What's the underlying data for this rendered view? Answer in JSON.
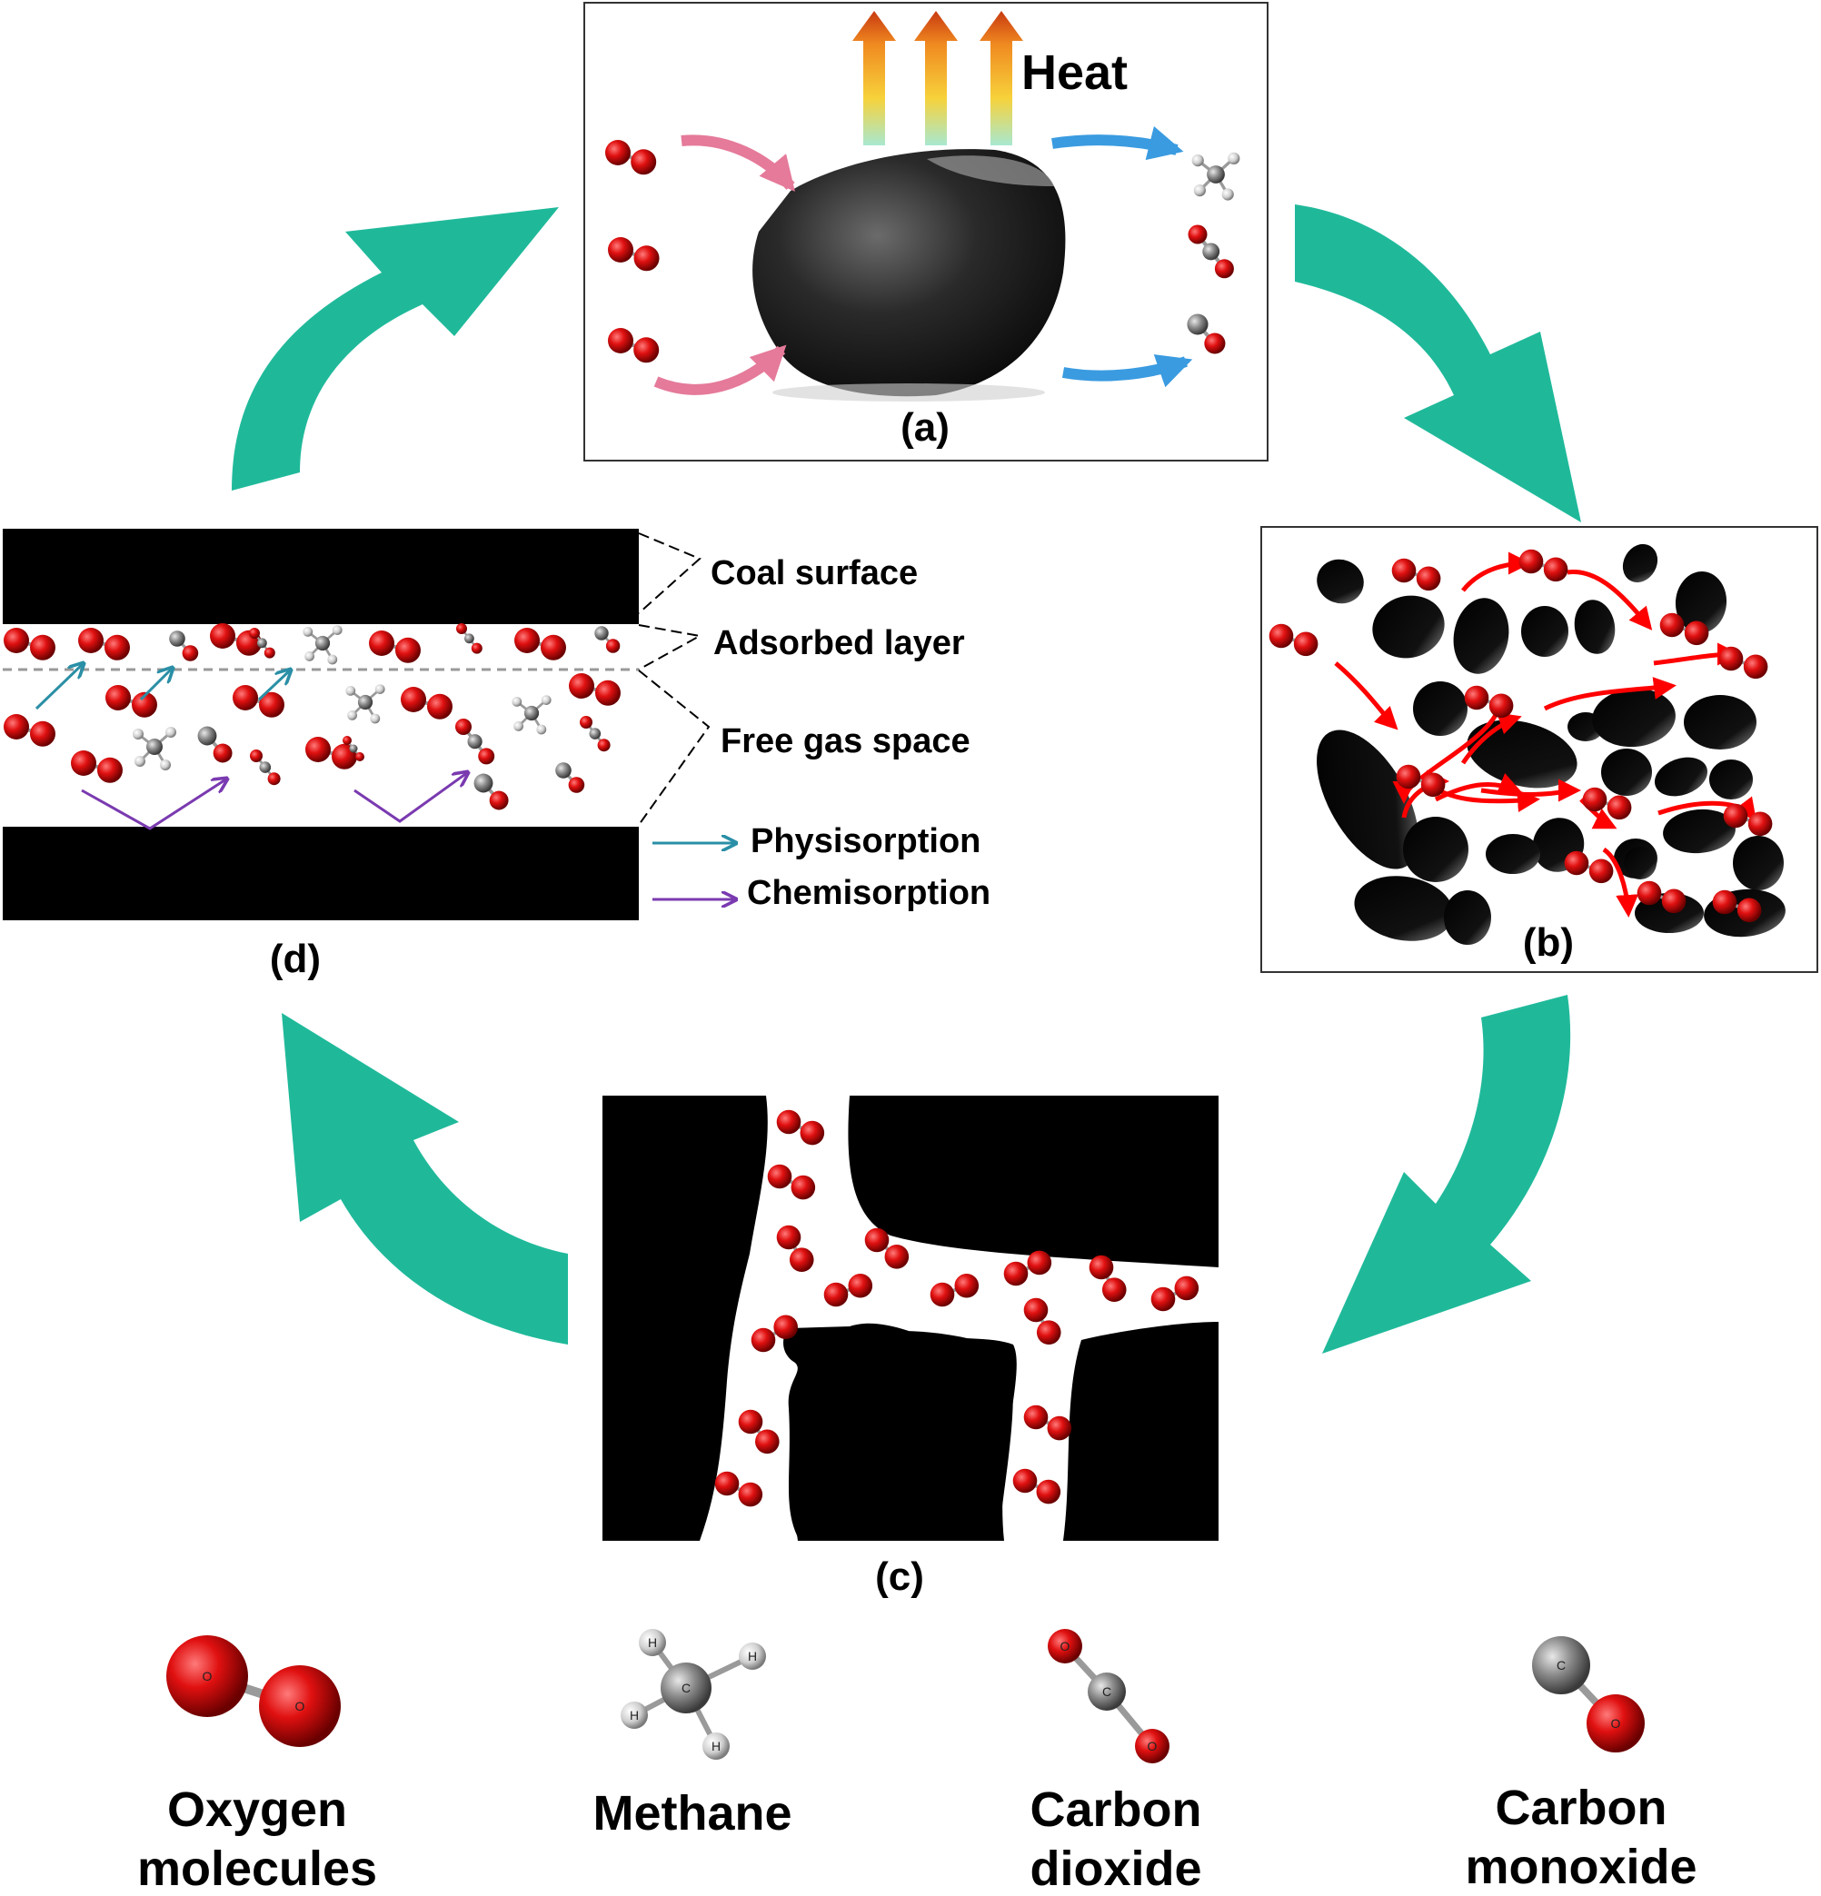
{
  "panel_a": {
    "heat_label": "Heat",
    "caption": "(a)"
  },
  "panel_b": {
    "caption": "(b)"
  },
  "panel_c": {
    "caption": "(c)"
  },
  "panel_d": {
    "caption": "(d)",
    "labels": {
      "coal_surface": "Coal surface",
      "adsorbed_layer": "Adsorbed layer",
      "free_gas_space": "Free gas space",
      "physisorption": "Physisorption",
      "chemisorption": "Chemisorption"
    }
  },
  "legend": {
    "oxygen": {
      "line1": "Oxygen",
      "line2": "molecules",
      "atoms": [
        "O",
        "O"
      ]
    },
    "methane": {
      "line1": "Methane",
      "atoms": [
        "H",
        "H",
        "C",
        "H",
        "H"
      ]
    },
    "carbon_dioxide": {
      "line1": "Carbon",
      "line2": "dioxide",
      "atoms": [
        "O",
        "C",
        "O"
      ]
    },
    "carbon_monoxide": {
      "line1": "Carbon",
      "line2": "monoxide",
      "atoms": [
        "C",
        "O"
      ]
    }
  },
  "colors": {
    "cycle_arrow": "#1fb99a",
    "oxygen_atom": "#e01010",
    "carbon_atom": "#808080",
    "hydrogen_atom": "#d0d0d0",
    "coal": "#000000",
    "inflow_arrow": "#e57a9a",
    "outflow_arrow": "#3a9be0",
    "diffusion_arrow": "#ff0000",
    "physisorption_arrow": "#2a8fa6",
    "chemisorption_arrow": "#7a3ab0"
  }
}
